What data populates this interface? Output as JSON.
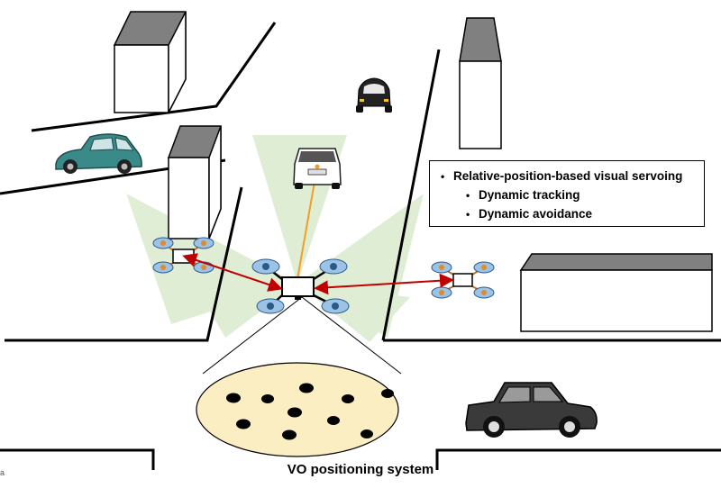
{
  "legend": {
    "title": "Relative-position-based visual servoing",
    "items": [
      "Dynamic tracking",
      "Dynamic avoidance"
    ]
  },
  "caption": "VO positioning system",
  "corner_mark": "a",
  "colors": {
    "road_line": "#000000",
    "building_roof": "#808080",
    "building_wall": "#ffffff",
    "camera_cone": "#d6e8c8",
    "rotor_fill": "#9cc3e6",
    "rotor_center_orange": "#e08a2c",
    "tracking_line": "#f0a020",
    "avoidance_arrow": "#c00000",
    "vo_ellipse": "#fbeec3",
    "vo_dots": "#000000",
    "teal_car": "#3b8a8a",
    "dark_car": "#333333"
  },
  "icons": [
    "drone-icon",
    "car-icon",
    "building-icon",
    "ground-pattern-icon"
  ]
}
